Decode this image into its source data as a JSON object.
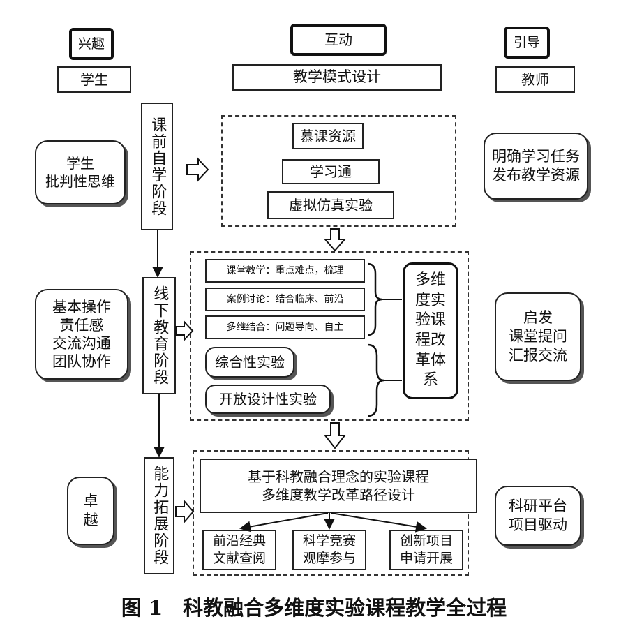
{
  "top": {
    "interest": "兴趣",
    "student": "学生",
    "interaction": "互动",
    "design": "教学模式设计",
    "guide": "引导",
    "teacher": "教师"
  },
  "stages": {
    "pre": "课前自学阶段",
    "offline": "线下教育阶段",
    "extend": "能力拓展阶段"
  },
  "left": {
    "critical": "学生\n批判性思维",
    "skills": "基本操作\n责任感\n交流沟通\n团队协作",
    "excellence": "卓\n越"
  },
  "right": {
    "tasks": "明确学习任务\n发布教学资源",
    "inspire": "启发\n课堂提问\n汇报交流",
    "research": "科研平台\n项目驱动"
  },
  "pre_resources": [
    "慕课资源",
    "学习通",
    "虚拟仿真实验"
  ],
  "offline_items": [
    "课堂教学：重点难点，梳理",
    "案例讨论：结合临床、前沿",
    "多维结合：问题导向、自主"
  ],
  "experiments": [
    "综合性实验",
    "开放设计性实验"
  ],
  "system": "多维度实验课程改革体系",
  "path_design": "基于科教融合理念的实验课程\n多维度教学改革路径设计",
  "extend_items": [
    "前沿经典\n文献查阅",
    "科学竞赛\n观摩参与",
    "创新项目\n申请开展"
  ],
  "caption": "图 1　科教融合多维度实验课程教学全过程"
}
